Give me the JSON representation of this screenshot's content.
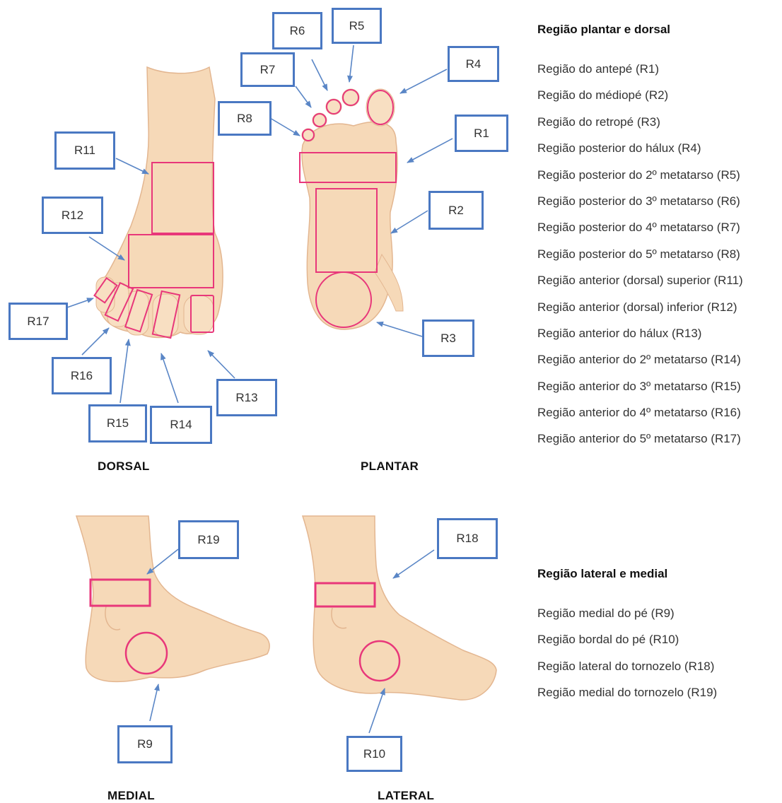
{
  "labels": {
    "r1": "R1",
    "r2": "R2",
    "r3": "R3",
    "r4": "R4",
    "r5": "R5",
    "r6": "R6",
    "r7": "R7",
    "r8": "R8",
    "r9": "R9",
    "r10": "R10",
    "r11": "R11",
    "r12": "R12",
    "r13": "R13",
    "r14": "R14",
    "r15": "R15",
    "r16": "R16",
    "r17": "R17",
    "r18": "R18",
    "r19": "R19"
  },
  "views": {
    "dorsal": "DORSAL",
    "plantar": "PLANTAR",
    "medial": "MEDIAL",
    "lateral": "LATERAL"
  },
  "legend_plantar_dorsal": {
    "title": "Região plantar e dorsal",
    "items": [
      "Região do antepé (R1)",
      "Região do médiopé (R2)",
      "Região do retropé (R3)",
      "Região posterior do hálux (R4)",
      "Região posterior do 2º metatarso (R5)",
      "Região posterior do 3º metatarso (R6)",
      "Região posterior do 4º metatarso (R7)",
      "Região posterior do 5º metatarso (R8)",
      "Região anterior (dorsal) superior (R11)",
      "Região anterior (dorsal) inferior (R12)",
      "Região anterior do hálux (R13)",
      "Região anterior do 2º metatarso (R14)",
      "Região anterior do 3º metatarso (R15)",
      "Região anterior do 4º metatarso (R16)",
      "Região anterior do 5º metatarso (R17)"
    ]
  },
  "legend_lateral_medial": {
    "title": "Região lateral e medial",
    "items": [
      "Região medial do pé (R9)",
      "Região bordal do pé (R10)",
      "Região lateral do tornozelo (R18)",
      "Região medial do tornozelo (R19)"
    ]
  },
  "colors": {
    "skin": "#f6d9b8",
    "skin_outline": "#e3b690",
    "region_marker": "#e8377a",
    "label_border": "#4a78c2",
    "arrow": "#5a86c6"
  }
}
